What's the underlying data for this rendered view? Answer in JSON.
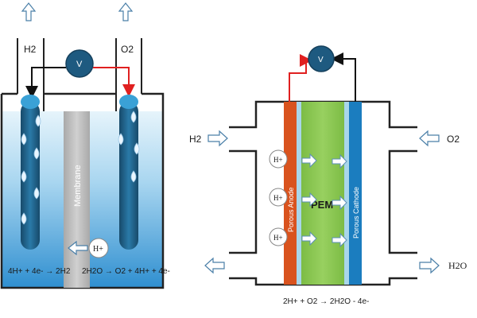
{
  "electrolyzer": {
    "h2_label": "H2",
    "o2_label": "O2",
    "voltmeter_label": "V",
    "membrane_label": "Membrane",
    "proton_label": "H+",
    "cathode_reaction": "4H+ + 4e- → 2H2",
    "anode_reaction": "2H2O → O2 + 4H+ + 4e-"
  },
  "fuel_cell": {
    "voltmeter_label": "V",
    "h2_in_label": "H2",
    "o2_in_label": "O2",
    "h2o_out_label": "H2O",
    "anode_label": "Porous Anode",
    "cathode_label": "Porous Cathode",
    "pem_label": "PEM",
    "proton_labels": [
      "H+",
      "H+",
      "H+"
    ],
    "overall_reaction": "2H+ + O2 → 2H2O - 4e-"
  },
  "colors": {
    "water_top": "#d8eef9",
    "water_bottom": "#3d9ad6",
    "electrode": "#1f5f86",
    "membrane": "#bdbdbd",
    "anode": "#d9531e",
    "pem": "#88c650",
    "cathode": "#1b7dbf",
    "wire_red": "#e02020",
    "voltmeter": "#1e5a80"
  }
}
